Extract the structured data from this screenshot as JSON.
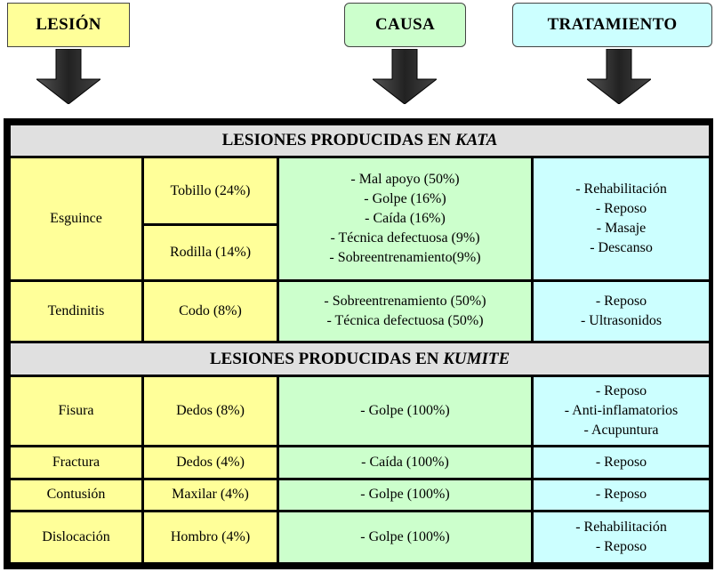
{
  "headers": {
    "lesion": "LESIÓN",
    "causa": "CAUSA",
    "tratamiento": "TRATAMIENTO"
  },
  "kata": {
    "title_prefix": "LESIONES PRODUCIDAS EN",
    "title_emph": "KATA",
    "esguince": {
      "lesion": "Esguince",
      "tobillo": "Tobillo (24%)",
      "rodilla": "Rodilla (14%)",
      "causas": [
        "- Mal apoyo (50%)",
        "- Golpe (16%)",
        "- Caída (16%)",
        "- Técnica defectuosa (9%)",
        "- Sobreentrenamiento(9%)"
      ],
      "tratamientos": [
        "- Rehabilitación",
        "- Reposo",
        "- Masaje",
        "- Descanso"
      ]
    },
    "tendinitis": {
      "lesion": "Tendinitis",
      "zona": "Codo (8%)",
      "causas": [
        "- Sobreentrenamiento (50%)",
        "- Técnica defectuosa (50%)"
      ],
      "tratamientos": [
        "- Reposo",
        "- Ultrasonidos"
      ]
    }
  },
  "kumite": {
    "title_prefix": "LESIONES PRODUCIDAS EN",
    "title_emph": "KUMITE",
    "fisura": {
      "lesion": "Fisura",
      "zona": "Dedos (8%)",
      "causa": "- Golpe (100%)",
      "tratamientos": [
        "- Reposo",
        "- Anti-inflamatorios",
        "- Acupuntura"
      ]
    },
    "fractura": {
      "lesion": "Fractura",
      "zona": "Dedos (4%)",
      "causa": "- Caída (100%)",
      "tratamiento": "- Reposo"
    },
    "contusion": {
      "lesion": "Contusión",
      "zona": "Maxilar (4%)",
      "causa": "- Golpe (100%)",
      "tratamiento": "- Reposo"
    },
    "dislocacion": {
      "lesion": "Dislocación",
      "zona": "Hombro (4%)",
      "causa": "- Golpe (100%)",
      "tratamientos": [
        "- Rehabilitación",
        "- Reposo"
      ]
    }
  }
}
